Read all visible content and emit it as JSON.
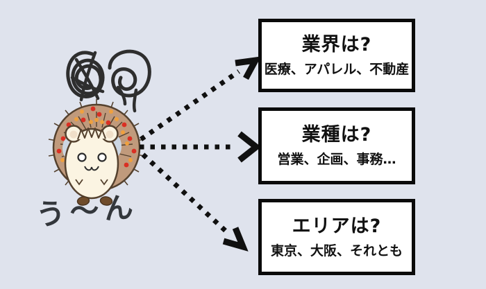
{
  "figure": {
    "character": {
      "type": "hedgehog",
      "thought_text": "う～ん"
    },
    "boxes": [
      {
        "title": "業界は?",
        "subtitle": "医療、アパレル、不動産"
      },
      {
        "title": "業種は?",
        "subtitle": "営業、企画、事務…"
      },
      {
        "title": "エリアは?",
        "subtitle": "東京、大阪、それとも"
      }
    ],
    "icons": {
      "confusion_scribble": "confusion-scribble-icon",
      "dotted_arrow": "dotted-arrow-icon"
    },
    "colors": {
      "background": "#dfe3ed",
      "box_background": "#ffffff",
      "box_border": "#0a0a0a",
      "box_text": "#111111",
      "arrow": "#111111",
      "hedgehog_body": "#c09a7c",
      "hedgehog_face": "#fbf4e2",
      "spike_dot_red": "#da2f23",
      "spike_dot_orange": "#efa03e",
      "thought_text_color": "#33373c"
    }
  }
}
